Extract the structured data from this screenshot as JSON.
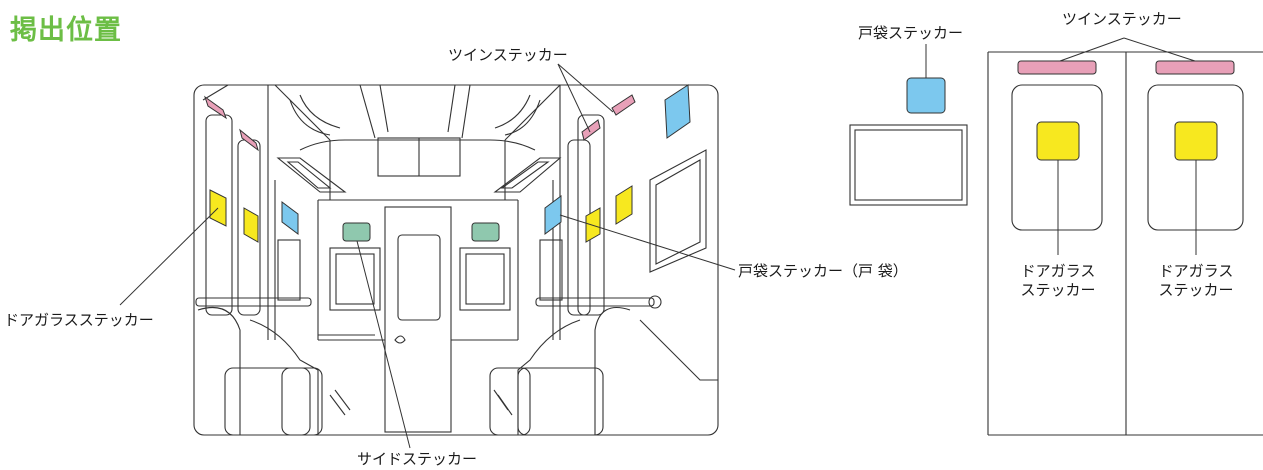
{
  "title": "掲出位置",
  "labels": {
    "twin_sticker": "ツインステッカー",
    "pocket_sticker_paren": "戸袋ステッカー（戸 袋）",
    "door_glass_sticker": "ドアガラスステッカー",
    "side_sticker": "サイドステッカー",
    "pocket_sticker": "戸袋ステッカー",
    "twin_sticker_right": "ツインステッカー",
    "door_glass_1_line1": "ドアガラス",
    "door_glass_1_line2": "ステッカー",
    "door_glass_2_line1": "ドアガラス",
    "door_glass_2_line2": "ステッカー"
  },
  "colors": {
    "twin": "#e8a0b8",
    "pocket": "#7cc8ee",
    "door_glass": "#f7e81f",
    "side": "#8fc8ae",
    "title": "#6cbe45"
  }
}
